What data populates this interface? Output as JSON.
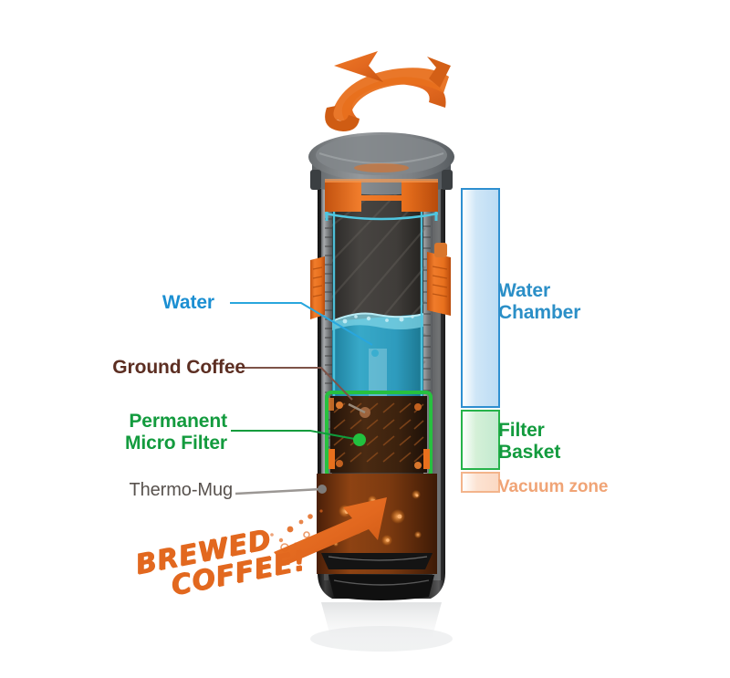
{
  "diagram": {
    "title": "Thermo-Mug brewing cutaway diagram",
    "subject": "insulated press-brew travel mug cross-section"
  },
  "callouts": [
    {
      "id": "water",
      "label": "Water",
      "color": "#1b8fd2",
      "leader": "blue-leader-line"
    },
    {
      "id": "ground",
      "label": "Ground Coffee",
      "color": "#5c2e22",
      "leader": "brown-leader-line"
    },
    {
      "id": "filter",
      "label": "Permanent\nMicro Filter",
      "color": "#139b3e",
      "leader": "green-leader-line"
    },
    {
      "id": "thermo",
      "label": "Thermo-Mug",
      "color": "#58524e",
      "leader": "grey-leader-line"
    }
  ],
  "zones": [
    {
      "id": "water-chamber",
      "label": "Water\nChamber",
      "color": "#2b8fc7",
      "border": "#2e8fd0",
      "fill": "#cfe6f7"
    },
    {
      "id": "filter-basket",
      "label": "Filter\nBasket",
      "color": "#139b3e",
      "border": "#26b34a",
      "fill": "#d4f0d7"
    },
    {
      "id": "vacuum-zone",
      "label": "Vacuum zone",
      "color": "#f0a476",
      "border": "#f3b48b",
      "fill": "#fce3d2"
    }
  ],
  "annotations": {
    "brewed_coffee": "BREWED\nCOFFEE!",
    "brewed_coffee_color": "#e2681f",
    "flip_arrow": "curved-flip-arrow",
    "flip_arrow_color": "#e8701d",
    "pour_arrow": "brewed-coffee-arrow",
    "pour_arrow_color": "#e2681f"
  },
  "mug": {
    "lid_color": "#6f7376",
    "body_color": "#2a2826",
    "seal_color": "#e8701d",
    "water_color": "#2e9fc4",
    "coffee_color": "#7a3a12",
    "filter_outline_color": "#27c13f",
    "chamber_color": "#3a3835"
  }
}
